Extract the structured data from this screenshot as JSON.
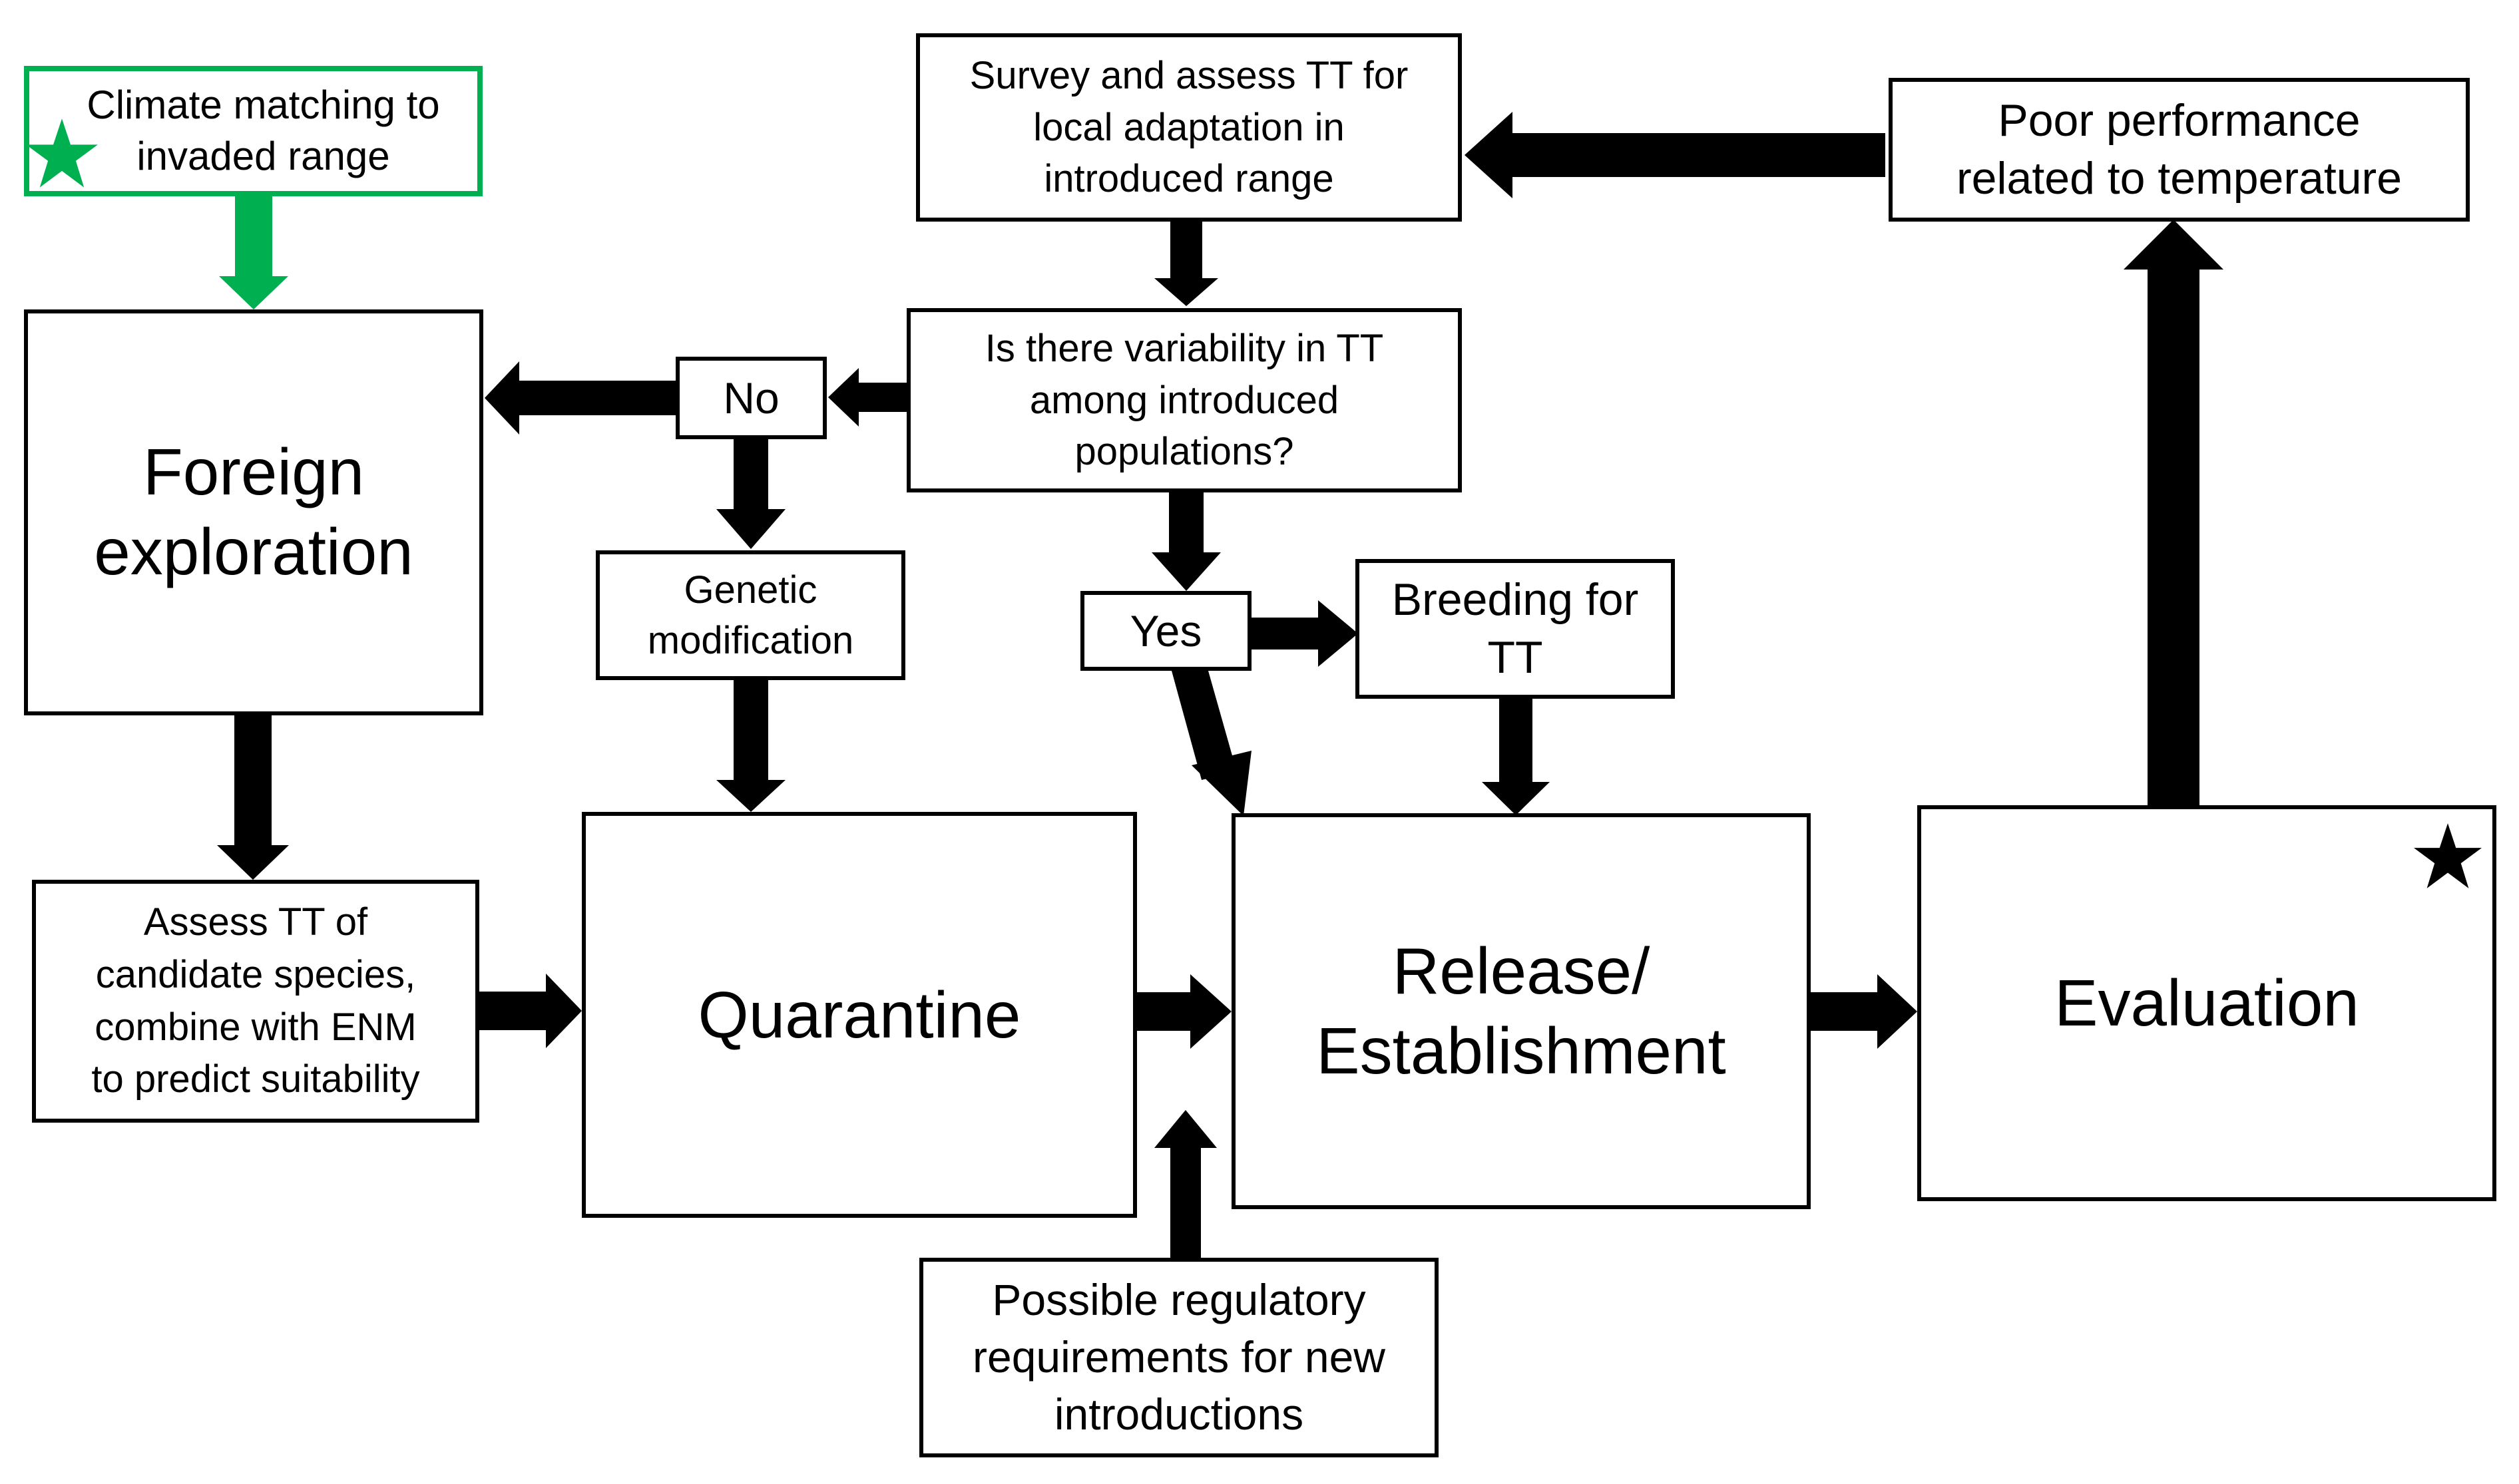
{
  "colors": {
    "line": "#000000",
    "accent_green": "#00b050",
    "background": "#ffffff"
  },
  "icons": {
    "green_star": "star-icon",
    "black_star": "star-icon"
  },
  "nodes": {
    "climate_matching": "Climate matching to\ninvaded range",
    "foreign_exploration": "Foreign\nexploration",
    "assess_tt": "Assess TT of\ncandidate species,\ncombine with ENM\nto predict suitability",
    "quarantine": "Quarantine",
    "genetic_modification": "Genetic\nmodification",
    "no_label": "No",
    "variability_question": "Is there variability in TT\namong introduced\npopulations?",
    "survey_assess": "Survey and assess TT for\nlocal adaptation in\nintroduced range",
    "yes_label": "Yes",
    "breeding": "Breeding for\nTT",
    "release_establishment": "Release/\nEstablishment",
    "evaluation": "Evaluation",
    "poor_performance": "Poor performance\nrelated to temperature",
    "regulatory": "Possible regulatory\nrequirements for new\nintroductions"
  }
}
